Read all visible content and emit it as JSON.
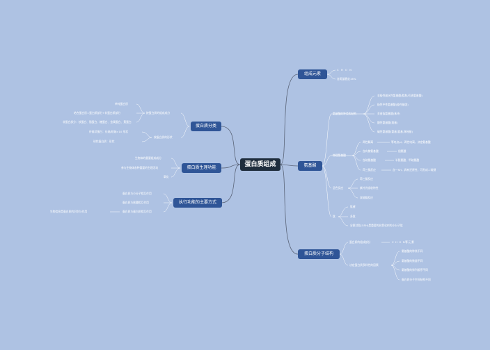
{
  "center": "蛋白质组成",
  "element": {
    "title": "组成元素",
    "items": [
      "C H O N",
      "含氮量稳定16%"
    ]
  },
  "amino": {
    "title": "氨基酸",
    "classify": {
      "label": "氨基酸的种类和结构",
      "items": [
        "非极性疏水性氨基酸(脂肪/芳香氨基酸)",
        "极性中性氨基酸(极性基团)",
        "芳香族氨基酸(苯环)",
        "酸性氨基酸(羧基)",
        "碱性氨基酸(氨基,胍基,咪唑基)"
      ]
    },
    "props": {
      "label": "物理氨基酸",
      "items": [
        {
          "key": "两性解离",
          "val": "等电点pI，两性电离，决定氨基酸"
        },
        {
          "key": "含有紫氨基酸",
          "val": "组氨酸"
        },
        {
          "key": "含硫氨基酸",
          "val": "半胱氨酸、甲硫氨酸"
        },
        {
          "key": "茚三酮反应",
          "val": "含一SH，具有还原性，可形成二硫键"
        }
      ]
    },
    "reaction": {
      "label": "呈色反应",
      "items": [
        "茚三酮反应",
        "紫外光吸收特性",
        "双缩脲反应"
      ]
    },
    "peptide": {
      "label": "肽",
      "items": [
        "肽键",
        "多肽",
        "谷胱甘肽(GSH)是重要的抗氧化剂的小分子肽"
      ]
    }
  },
  "structure": {
    "title": "蛋白质分子结构",
    "primary": {
      "label": "蛋白质的组成部分",
      "value": "C H O N等元素"
    },
    "determine": {
      "label": "决定蛋白质多样性的因素",
      "items": [
        "氨基酸的种类不同",
        "氨基酸的数量不同",
        "氨基酸的排列顺序不同",
        "蛋白质分子空间结构不同"
      ]
    }
  },
  "classification": {
    "title": "蛋白质分类",
    "by_composition": {
      "label": "按蛋白质的组成成分",
      "items": [
        "单纯蛋白质",
        "结合蛋白质=蛋白质部分+非蛋白质部分",
        "非蛋白部分：核蛋白、脂蛋白、糖蛋白、金属蛋白、黄蛋白"
      ]
    },
    "by_shape": {
      "label": "按蛋白质的形状",
      "items": [
        "纤维状蛋白：长轴/短轴>10 形状",
        "球状蛋白质：形状"
      ]
    }
  },
  "function": {
    "title": "蛋白质生理功能",
    "items": [
      "生物体的重要组成成分",
      "参与生物体各种重要的生理活动",
      "氧化"
    ]
  },
  "mode": {
    "title": "执行功能的主要方式",
    "items": [
      "蛋白质与小分子相互作用",
      "蛋白质与核酸相互作用",
      "蛋白质与蛋白质相互作用"
    ],
    "extra": "生物信息类蛋白质的识别与作用"
  },
  "colors": {
    "background": "#aec2e3",
    "center": "#1f2d3d",
    "box": "#2f5597",
    "line": "#5a6478"
  }
}
